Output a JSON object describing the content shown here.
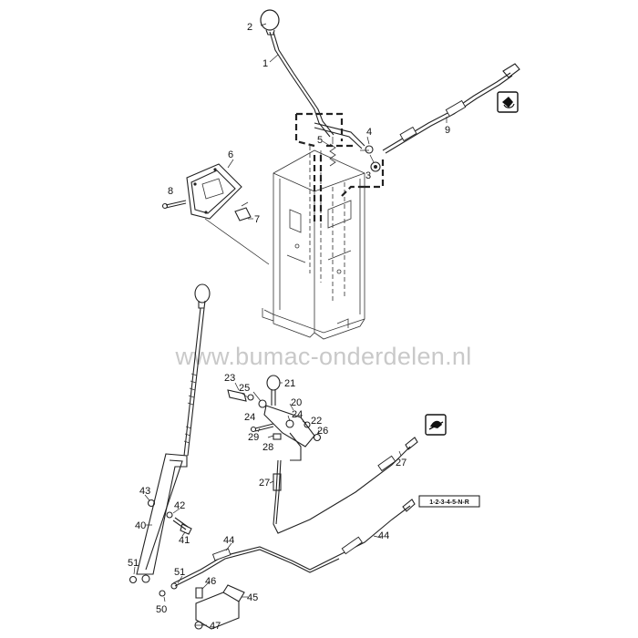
{
  "watermark": "www.bumac-onderdelen.nl",
  "gear_pattern_label": "1-2-3-4-5-N-R",
  "symbols": {
    "upper_box_icon": "cable-adjust-icon",
    "lower_box_icon": "cable-cutter-icon"
  },
  "parts": {
    "p1": "1",
    "p2": "2",
    "p3": "3",
    "p4": "4",
    "p5": "5",
    "p6": "6",
    "p7": "7",
    "p8": "8",
    "p9": "9",
    "p20": "20",
    "p21": "21",
    "p22": "22",
    "p23": "23",
    "p24a": "24",
    "p24b": "24",
    "p25": "25",
    "p26": "26",
    "p27a": "27",
    "p27b": "27",
    "p28": "28",
    "p29": "29",
    "p40": "40",
    "p41": "41",
    "p42": "42",
    "p43": "43",
    "p44a": "44",
    "p44b": "44",
    "p45": "45",
    "p46": "46",
    "p47": "47",
    "p50": "50",
    "p51a": "51",
    "p51b": "51"
  }
}
